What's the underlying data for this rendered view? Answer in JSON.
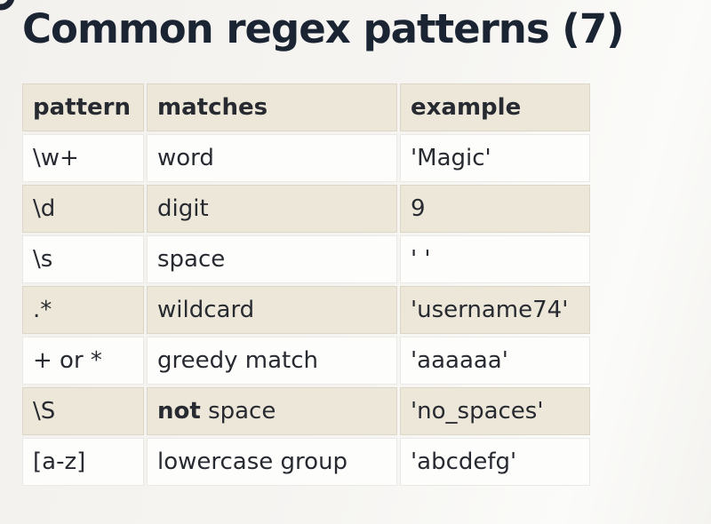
{
  "title": "Common regex patterns (7)",
  "table": {
    "headers": {
      "pattern": "pattern",
      "matches": "matches",
      "example": "example"
    },
    "rows": [
      {
        "pattern": "\\w+",
        "matches_bold": "",
        "matches": "word",
        "example": "'Magic'"
      },
      {
        "pattern": "\\d",
        "matches_bold": "",
        "matches": "digit",
        "example": "9"
      },
      {
        "pattern": "\\s",
        "matches_bold": "",
        "matches": "space",
        "example": "' '"
      },
      {
        "pattern": ".*",
        "matches_bold": "",
        "matches": "wildcard",
        "example": "'username74'"
      },
      {
        "pattern": "+ or *",
        "matches_bold": "",
        "matches": "greedy match",
        "example": "'aaaaaa'"
      },
      {
        "pattern": "\\S",
        "matches_bold": "not",
        "matches": " space",
        "example": "'no_spaces'"
      },
      {
        "pattern": "[a-z]",
        "matches_bold": "",
        "matches": "lowercase group",
        "example": "'abcdefg'"
      }
    ]
  },
  "colors": {
    "title_text": "#1b2433",
    "cell_text": "#272a30",
    "row_beige": "#ece7d8",
    "row_white": "#fdfdfc",
    "page_background": "#f5f4f1"
  }
}
